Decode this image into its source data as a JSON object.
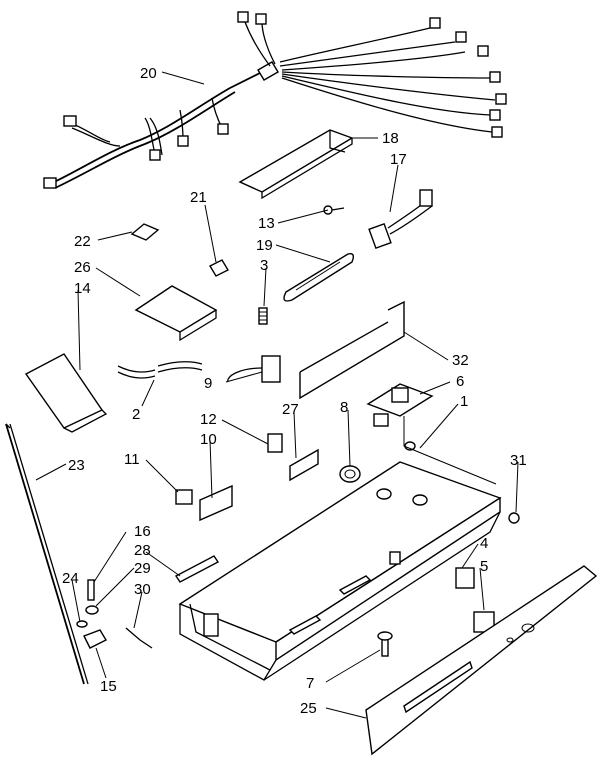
{
  "callouts": [
    {
      "id": "20",
      "text": "20"
    },
    {
      "id": "18",
      "text": "18"
    },
    {
      "id": "17",
      "text": "17"
    },
    {
      "id": "21",
      "text": "21"
    },
    {
      "id": "13",
      "text": "13"
    },
    {
      "id": "22",
      "text": "22"
    },
    {
      "id": "19",
      "text": "19"
    },
    {
      "id": "26",
      "text": "26"
    },
    {
      "id": "3",
      "text": "3"
    },
    {
      "id": "14",
      "text": "14"
    },
    {
      "id": "32",
      "text": "32"
    },
    {
      "id": "6",
      "text": "6"
    },
    {
      "id": "9",
      "text": "9"
    },
    {
      "id": "8",
      "text": "8"
    },
    {
      "id": "1",
      "text": "1"
    },
    {
      "id": "27",
      "text": "27"
    },
    {
      "id": "12",
      "text": "12"
    },
    {
      "id": "2",
      "text": "2"
    },
    {
      "id": "10",
      "text": "10"
    },
    {
      "id": "31",
      "text": "31"
    },
    {
      "id": "23",
      "text": "23"
    },
    {
      "id": "11",
      "text": "11"
    },
    {
      "id": "16",
      "text": "16"
    },
    {
      "id": "4",
      "text": "4"
    },
    {
      "id": "28",
      "text": "28"
    },
    {
      "id": "5",
      "text": "5"
    },
    {
      "id": "29",
      "text": "29"
    },
    {
      "id": "24",
      "text": "24"
    },
    {
      "id": "30",
      "text": "30"
    },
    {
      "id": "15",
      "text": "15"
    },
    {
      "id": "7",
      "text": "7"
    },
    {
      "id": "25",
      "text": "25"
    }
  ]
}
